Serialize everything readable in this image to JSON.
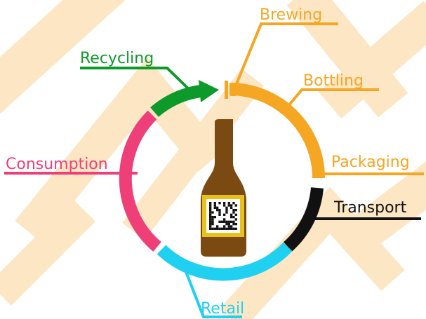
{
  "diagram": {
    "stages": [
      {
        "id": "brewing",
        "label": "Brewing",
        "color": "#F5A623"
      },
      {
        "id": "bottling",
        "label": "Bottling",
        "color": "#F5A623"
      },
      {
        "id": "packaging",
        "label": "Packaging",
        "color": "#F5A623"
      },
      {
        "id": "transport",
        "label": "Transport",
        "color": "#111111"
      },
      {
        "id": "retail",
        "label": "Retail",
        "color": "#1FD0F0"
      },
      {
        "id": "consumption",
        "label": "Consumption",
        "color": "#EE3F78"
      },
      {
        "id": "recycling",
        "label": "Recycling",
        "color": "#0E9A2A"
      }
    ],
    "bottle": {
      "body_color": "#7A4A12",
      "label_color": "#FFFFFF",
      "label_border_color": "#E8C21A",
      "code_type": "data-matrix"
    },
    "background_watermark_color": "#FCE4BE",
    "center_icons": [
      "bottle-icon",
      "data-matrix-code-icon"
    ]
  }
}
